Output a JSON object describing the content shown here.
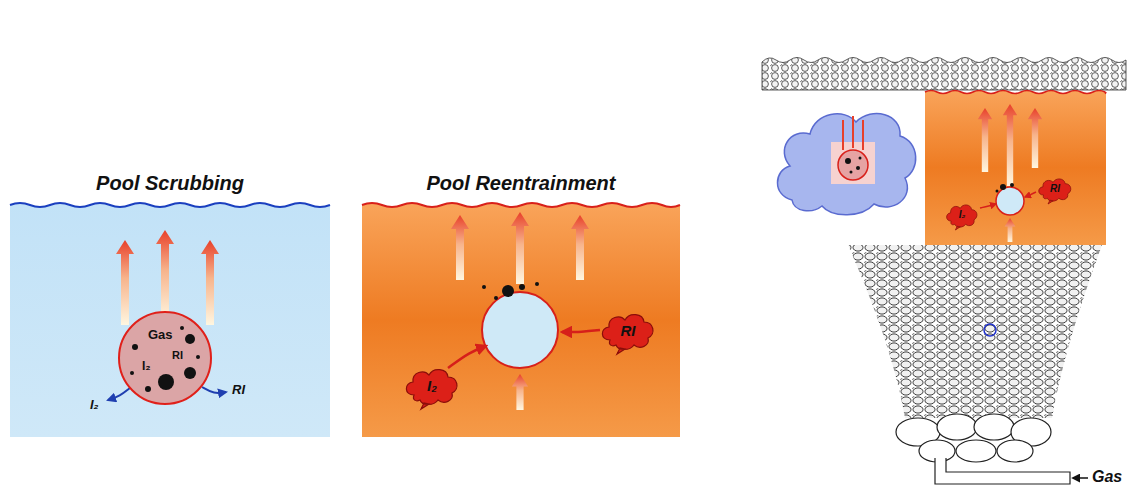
{
  "diagram": {
    "nodes": [
      {
        "text": [
          "Pool Scrubbing"
        ]
      },
      {
        "text": [
          "Gas",
          "RI",
          "I₂"
        ],
        "in": 0
      },
      {
        "text": [
          "Pool Reentrainment"
        ]
      },
      {
        "text": [
          "I₂"
        ],
        "in": 2
      },
      {
        "text": [
          "RI"
        ],
        "in": 2
      },
      {
        "text": [
          "RI"
        ]
      },
      {
        "text": [
          "I₂"
        ]
      }
    ],
    "labels": [
      "I₂",
      "RI",
      "Gas"
    ]
  }
}
